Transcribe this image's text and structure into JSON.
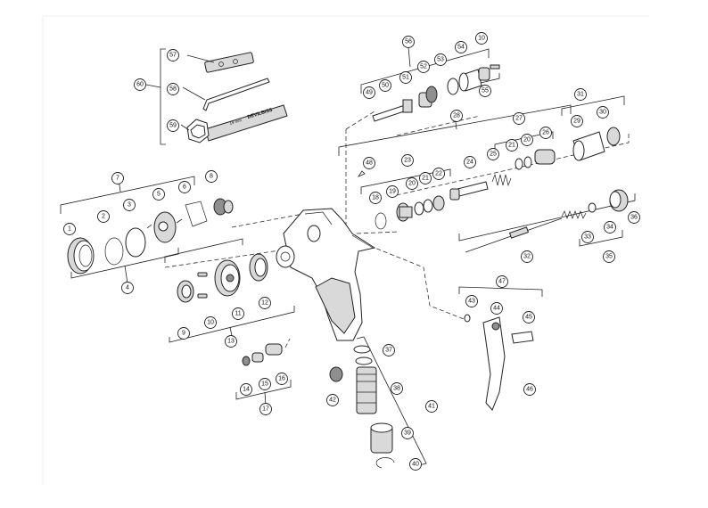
{
  "diagram": {
    "numbers": [
      "1",
      "2",
      "3",
      "4",
      "5",
      "6",
      "7",
      "8",
      "9",
      "10",
      "11",
      "12",
      "13",
      "14",
      "15",
      "16",
      "17",
      "19",
      "18",
      "20",
      "21",
      "22",
      "23",
      "24",
      "25",
      "21",
      "20",
      "26",
      "27",
      "28",
      "29",
      "30",
      "31",
      "32",
      "33",
      "34",
      "35",
      "36",
      "37",
      "38",
      "39",
      "40",
      "41",
      "42",
      "43",
      "44",
      "45",
      "46",
      "47",
      "48",
      "49",
      "50",
      "51",
      "52",
      "53",
      "54",
      "10",
      "55",
      "56",
      "57",
      "58",
      "59",
      "60",
      "10"
    ],
    "wrench_marking": "DEVILBISS",
    "wrench_size_marking": "19 mm"
  }
}
